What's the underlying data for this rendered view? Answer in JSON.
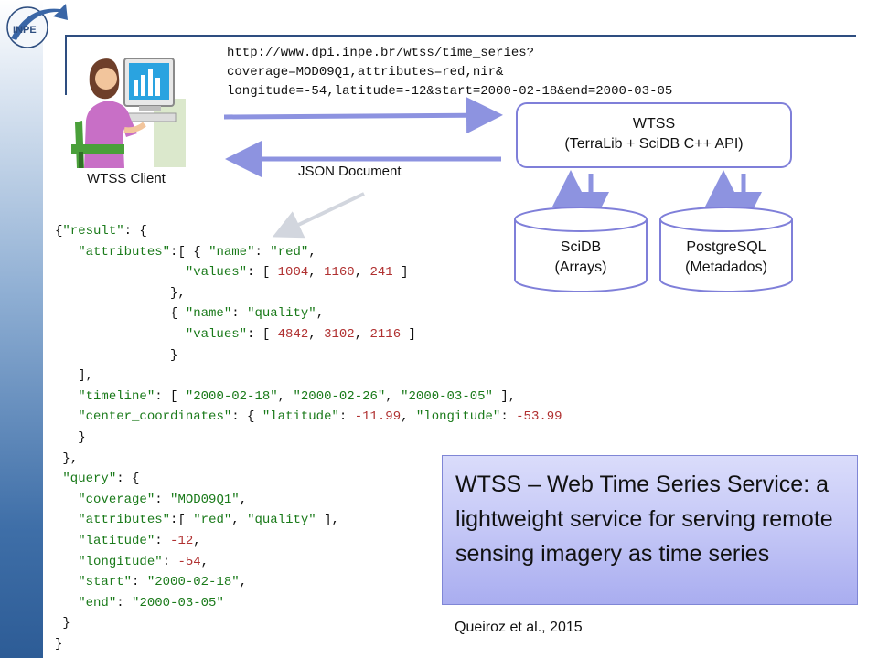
{
  "logo": {
    "text": "INPE"
  },
  "request_url": {
    "line1": "http://www.dpi.inpe.br/wtss/time_series?",
    "line2": "coverage=MOD09Q1,attributes=red,nir&",
    "line3": "longitude=-54,latitude=-12&start=2000-02-18&end=2000-03-05"
  },
  "client_label": "WTSS Client",
  "json_label": "JSON Document",
  "wtss_box": {
    "title": "WTSS",
    "subtitle": "(TerraLib + SciDB C++ API)"
  },
  "databases": [
    {
      "name": "SciDB",
      "desc": "(Arrays)"
    },
    {
      "name": "PostgreSQL",
      "desc": "(Metadados)"
    }
  ],
  "json_response": {
    "result": {
      "attributes": [
        {
          "name": "red",
          "values": [
            1004,
            1160,
            241
          ]
        },
        {
          "name": "quality",
          "values": [
            4842,
            3102,
            2116
          ]
        }
      ],
      "timeline": [
        "2000-02-18",
        "2000-02-26",
        "2000-03-05"
      ],
      "center_coordinates": {
        "latitude": -11.99,
        "longitude": -53.99
      }
    },
    "query": {
      "coverage": "MOD09Q1",
      "attributes": [
        "red",
        "quality"
      ],
      "latitude": -12,
      "longitude": -54,
      "start": "2000-02-18",
      "end": "2000-03-05"
    }
  },
  "summary": {
    "text": "WTSS – Web Time Series Service: a lightweight service for serving remote sensing imagery as time series"
  },
  "citation": "Queiroz et al., 2015",
  "colors": {
    "arrow": "#8d93e0",
    "accent_line": "#2e4e80",
    "box_border": "#7f7fd9",
    "summary_fill": "#c4c7f6"
  }
}
